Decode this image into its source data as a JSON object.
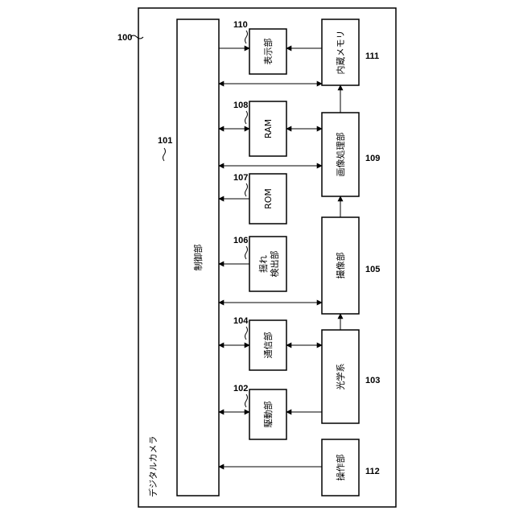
{
  "device_label": "デジタルカメラ",
  "device_ref": "100",
  "blocks": {
    "control": {
      "label": "制御部",
      "ref": "101"
    },
    "drive": {
      "label": "駆動部",
      "ref": "102"
    },
    "optics": {
      "label": "光学系",
      "ref": "103"
    },
    "comm": {
      "label": "通信部",
      "ref": "104"
    },
    "imaging": {
      "label": "撮像部",
      "ref": "105"
    },
    "shake": {
      "label": "揺れ",
      "label2": "検出部",
      "ref": "106"
    },
    "rom": {
      "label": "ROM",
      "ref": "107"
    },
    "ram": {
      "label": "RAM",
      "ref": "108"
    },
    "image_proc": {
      "label": "画像処理部",
      "ref": "109"
    },
    "display": {
      "label": "表示部",
      "ref": "110"
    },
    "memory": {
      "label": "内蔵メモリ",
      "ref": "111"
    },
    "operation": {
      "label": "操作部",
      "ref": "112"
    }
  }
}
